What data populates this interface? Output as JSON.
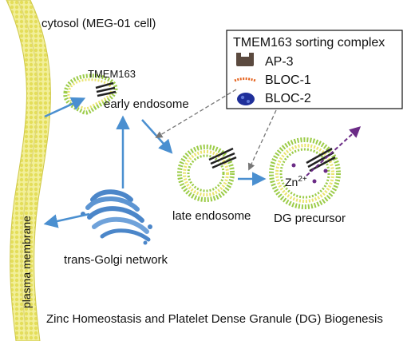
{
  "labels": {
    "cytosol": "cytosol (MEG-01 cell)",
    "tmem163": "TMEM163",
    "early_endosome": "early endosome",
    "late_endosome": "late endosome",
    "dg_precursor": "DG precursor",
    "trans_golgi": "trans-Golgi network",
    "plasma_membrane": "plasma membrane",
    "zinc_base": "Zn",
    "zinc_sup": "2+",
    "footer": "Zinc Homeostasis and Platelet Dense Granule (DG) Biogenesis"
  },
  "legend": {
    "title": "TMEM163 sorting complex",
    "items": [
      {
        "label": "AP-3",
        "icon": "ap3-icon",
        "color": "#5b4a3f"
      },
      {
        "label": "BLOC-1",
        "icon": "bloc1-icon",
        "color": "#e5631e"
      },
      {
        "label": "BLOC-2",
        "icon": "bloc2-icon",
        "color": "#1f2f9a"
      }
    ]
  },
  "colors": {
    "membrane_green": "#9ccc48",
    "membrane_yellow": "#e9e46e",
    "arrow_blue": "#4a8fd0",
    "dashed_gray": "#777777",
    "zinc_purple": "#6b2b86",
    "golgi_blue": "#4b86c9"
  }
}
